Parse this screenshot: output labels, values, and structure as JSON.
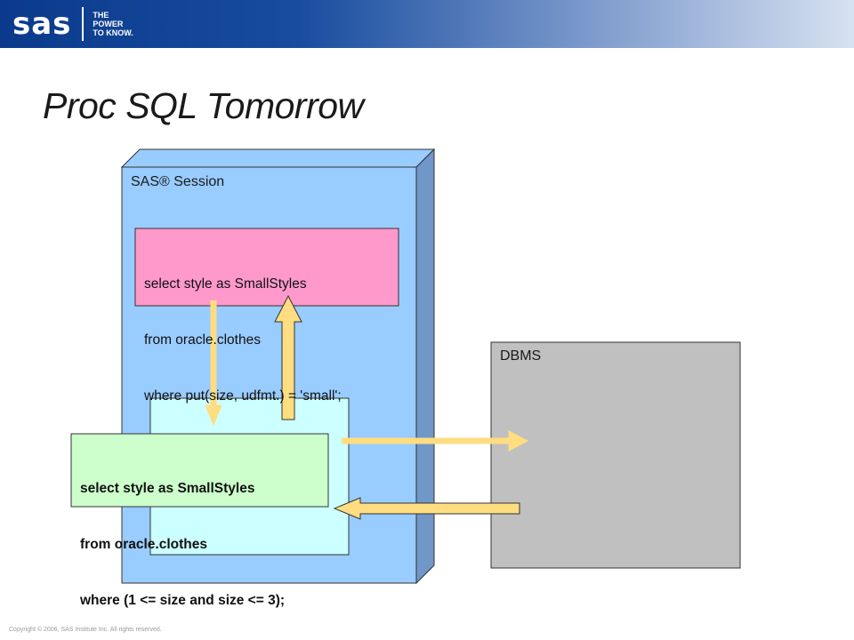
{
  "header": {
    "logo_text": "sas",
    "tagline": [
      "THE",
      "POWER",
      "TO KNOW."
    ]
  },
  "slide": {
    "title": "Proc SQL Tomorrow"
  },
  "diagram": {
    "session_label": "SAS® Session",
    "dbms_label": "DBMS",
    "original_query": [
      "select style as SmallStyles",
      "from oracle.clothes",
      "where put(size, udfmt.) = 'small';"
    ],
    "rewritten_query": [
      "select style as SmallStyles",
      "from oracle.clothes",
      "where (1 <= size and size <= 3);"
    ],
    "colors": {
      "session_front": "#99ccff",
      "session_side": "#6f97c8",
      "pink_box": "#ff99cc",
      "inner_box": "#ccffff",
      "green_box": "#ccffcc",
      "dbms_box": "#c0c0c0",
      "arrow": "#ffdd80"
    }
  },
  "footer": {
    "copyright": "Copyright © 2006, SAS Institute Inc. All rights reserved."
  }
}
